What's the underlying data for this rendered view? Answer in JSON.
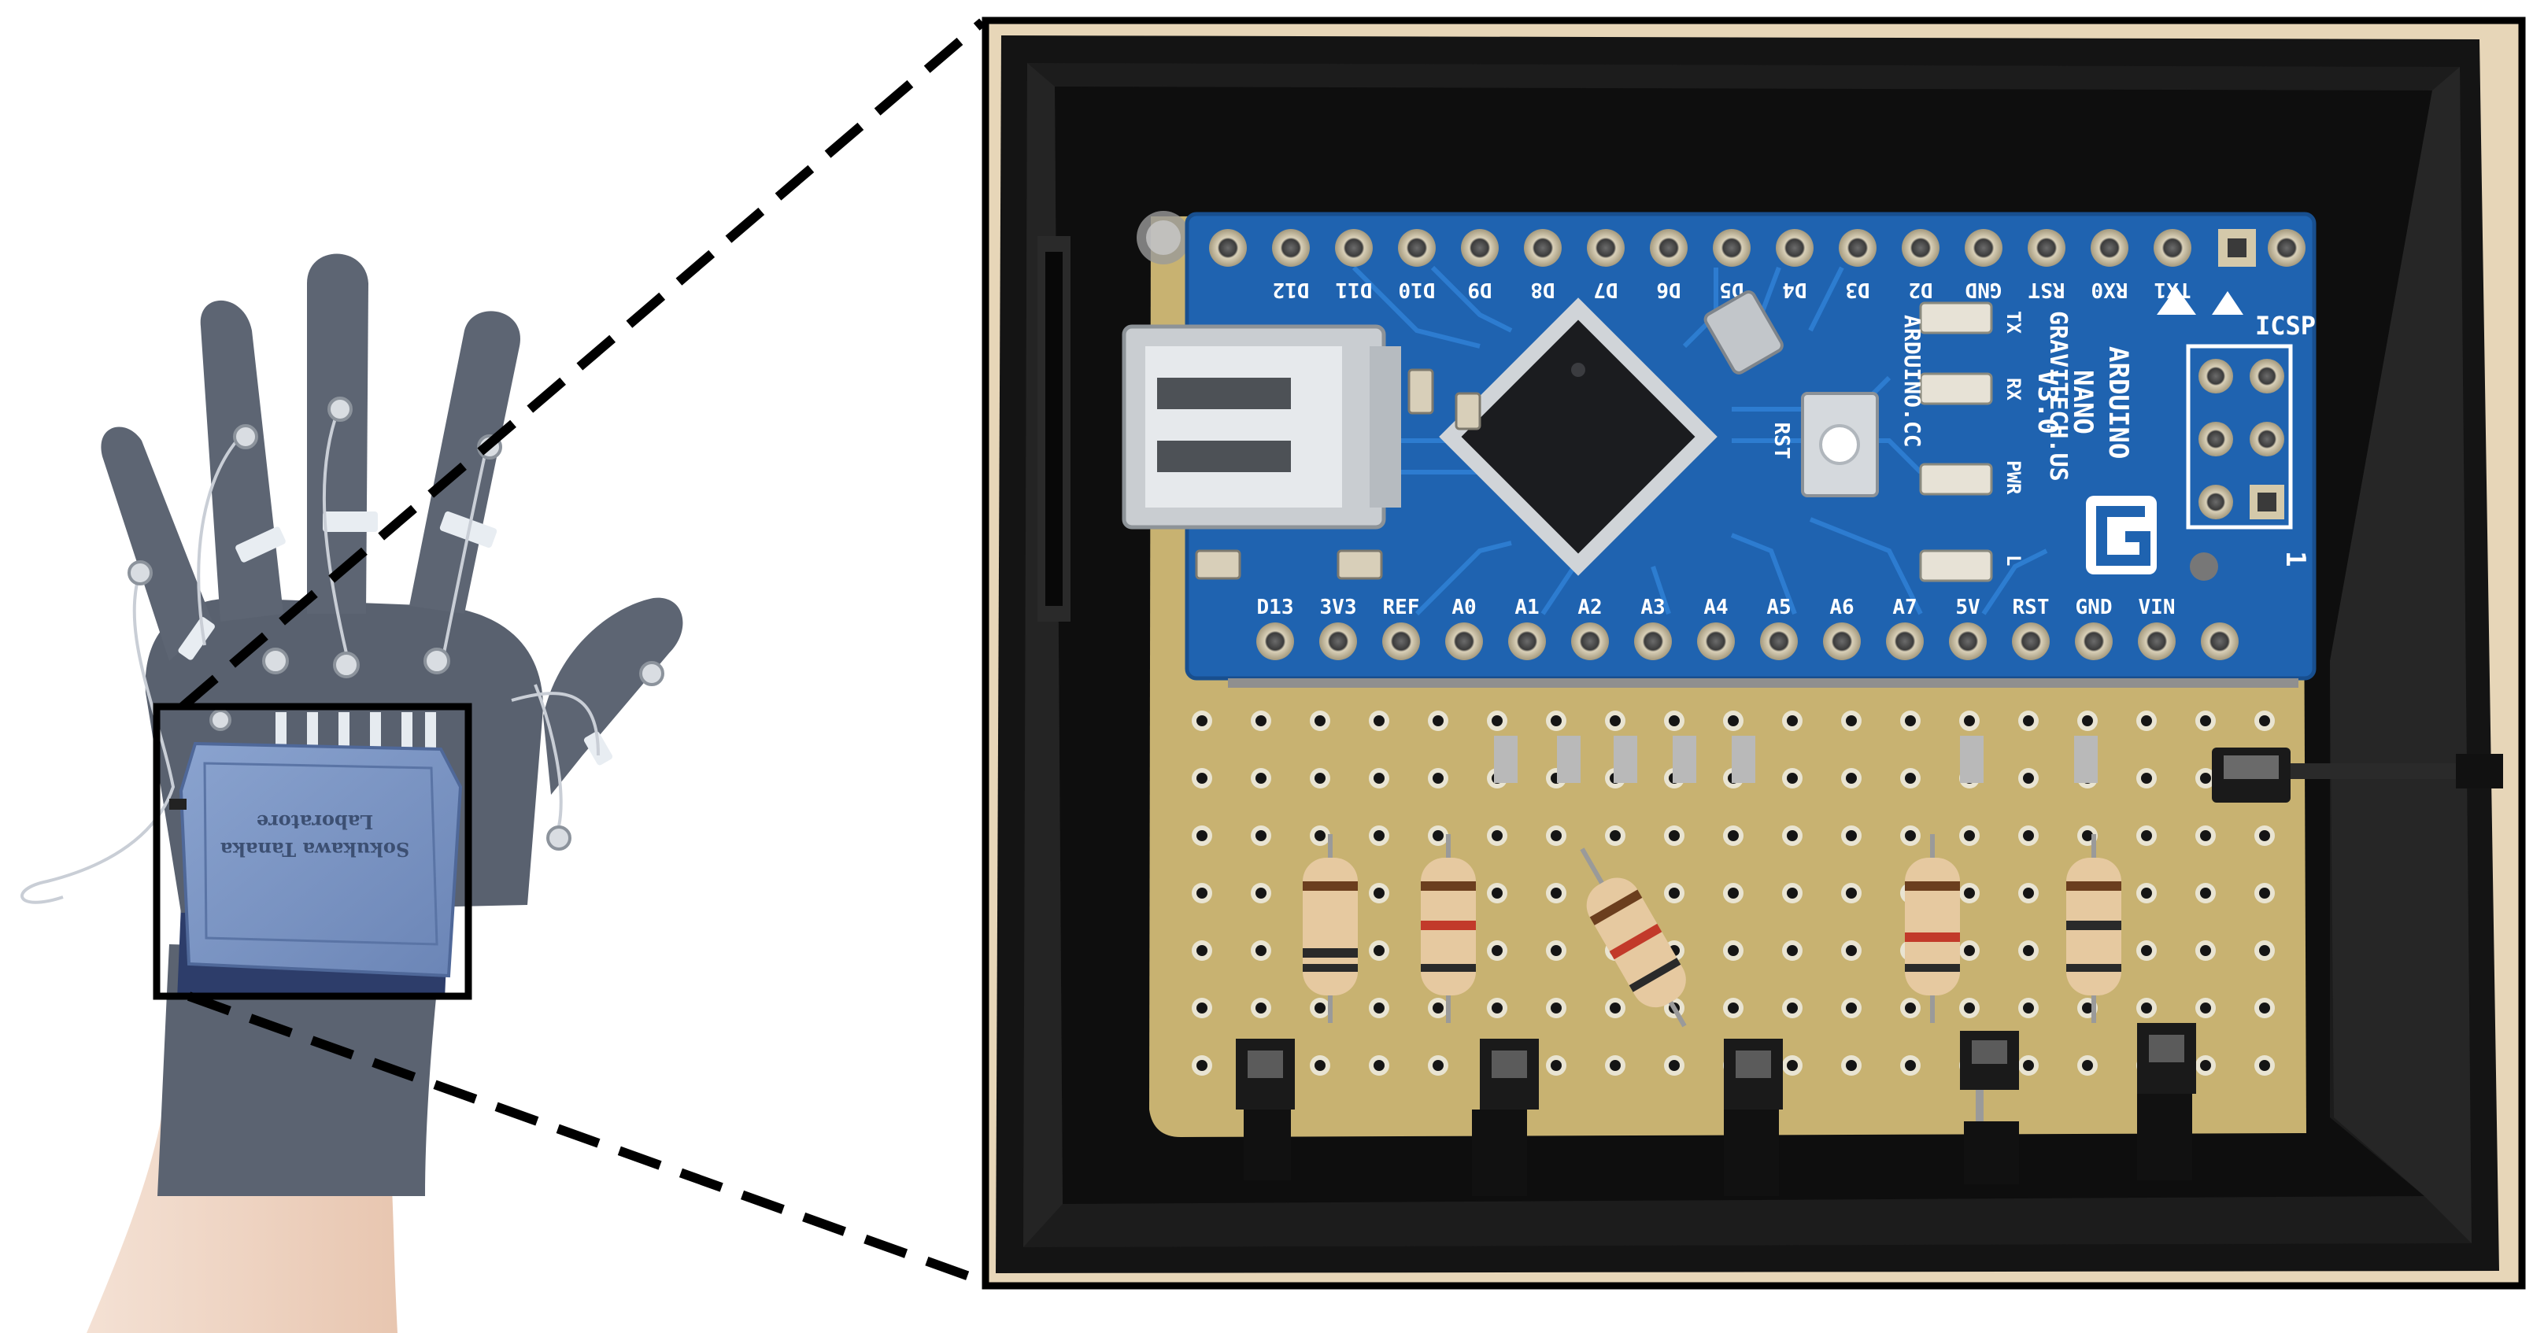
{
  "glove": {
    "box_label_lines": [
      "Sokukawa Tanaka",
      "Laboratore"
    ],
    "colors": {
      "glove": "#59616f",
      "box": "#7b95c4",
      "band": "#2d3d6a",
      "skin": "#f1d8c7"
    }
  },
  "board": {
    "brand": "ARDUINO",
    "model": "NANO",
    "version": "V3.0",
    "maker": "GRAVITECH.US",
    "site": "ARDUINO.CC",
    "icsp_label": "ICSP",
    "icsp_pin1": "1",
    "top_pins": [
      "D12",
      "D11",
      "D10",
      "D9",
      "D8",
      "D7",
      "D6",
      "D5",
      "D4",
      "D3",
      "D2",
      "GND",
      "RST",
      "RX0",
      "TX1"
    ],
    "bottom_pins": [
      "D13",
      "3V3",
      "REF",
      "A0",
      "A1",
      "A2",
      "A3",
      "A4",
      "A5",
      "A6",
      "A7",
      "5V",
      "RST",
      "GND",
      "VIN"
    ],
    "led_labels": [
      "TX",
      "RX",
      "PWR",
      "L"
    ],
    "reset_label": "RST",
    "colors": {
      "pcb": "#1f63b0",
      "enclosure": "#141414",
      "perfboard": "#c8b271"
    }
  },
  "resistor_count": 5,
  "connector_count": 5
}
